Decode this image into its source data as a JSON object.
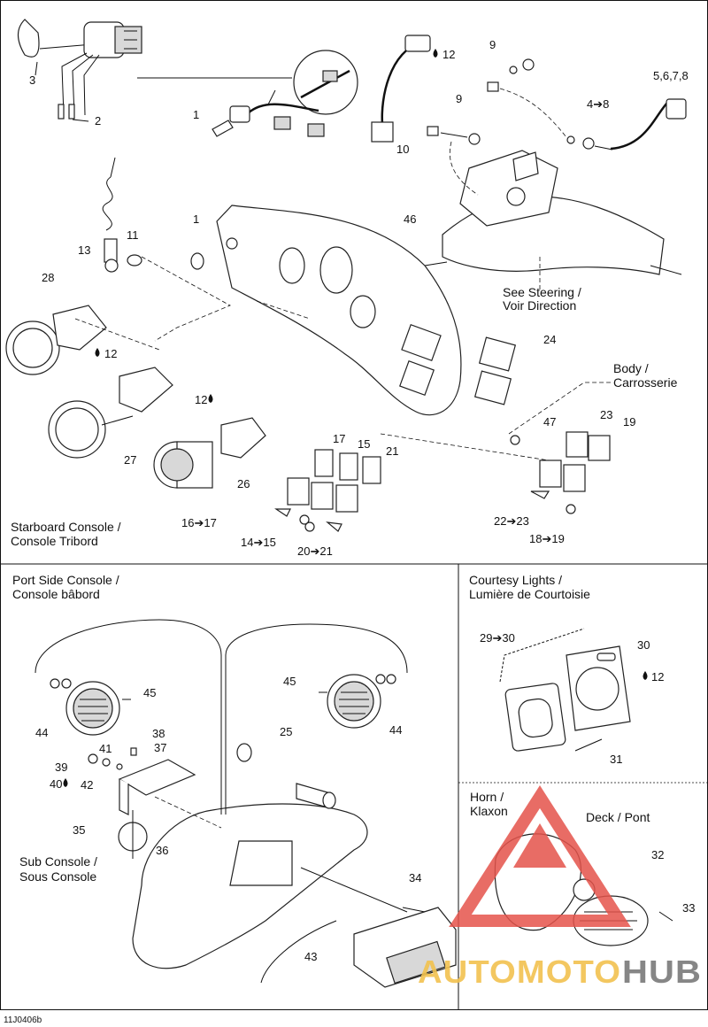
{
  "sections": {
    "starboard": [
      "Starboard Console /",
      "Console Tribord"
    ],
    "port": [
      "Port Side Console /",
      "Console bâbord"
    ],
    "courtesy": [
      "Courtesy Lights /",
      "Lumière de Courtoisie"
    ],
    "horn": [
      "Horn /",
      "Klaxon"
    ]
  },
  "notes": {
    "steering": [
      "See  Steering /",
      "Voir Direction"
    ],
    "body": [
      "Body /",
      "Carrosserie"
    ],
    "deck": "Deck / Pont",
    "sub_console": [
      "Sub Console /",
      "Sous Console"
    ]
  },
  "callouts": {
    "c3": "3",
    "c2": "2",
    "c1a": "1",
    "c1b": "1",
    "c10": "10",
    "c12a": "12",
    "c9a": "9",
    "c9b": "9",
    "c48": "4➔8",
    "c5678": "5,6,7,8",
    "c13": "13",
    "c11": "11",
    "c46": "46",
    "c28": "28",
    "c12b": "12",
    "c27": "27",
    "c12c": "12",
    "c26": "26",
    "c24": "24",
    "c47": "47",
    "c23": "23",
    "c19": "19",
    "c17": "17",
    "c15": "15",
    "c21": "21",
    "c1617": "16➔17",
    "c1415": "14➔15",
    "c2021": "20➔21",
    "c2223": "22➔23",
    "c1819": "18➔19",
    "c45a": "45",
    "c44a": "44",
    "c38": "38",
    "c41": "41",
    "c37": "37",
    "c39": "39",
    "c40": "40",
    "c42": "42",
    "c35": "35",
    "c36": "36",
    "c25": "25",
    "c45b": "45",
    "c44b": "44",
    "c34": "34",
    "c43": "43",
    "c2930": "29➔30",
    "c30": "30",
    "c12d": "12",
    "c31": "31",
    "c32": "32",
    "c33": "33"
  },
  "reference": "11J0406b",
  "watermark": {
    "left": "AUTOMOTO",
    "right": "HUB"
  },
  "colors": {
    "watermark_red": "#e5534b",
    "watermark_gold": "#f2c24f",
    "watermark_gray": "#7a7a7a",
    "line": "#111111"
  }
}
